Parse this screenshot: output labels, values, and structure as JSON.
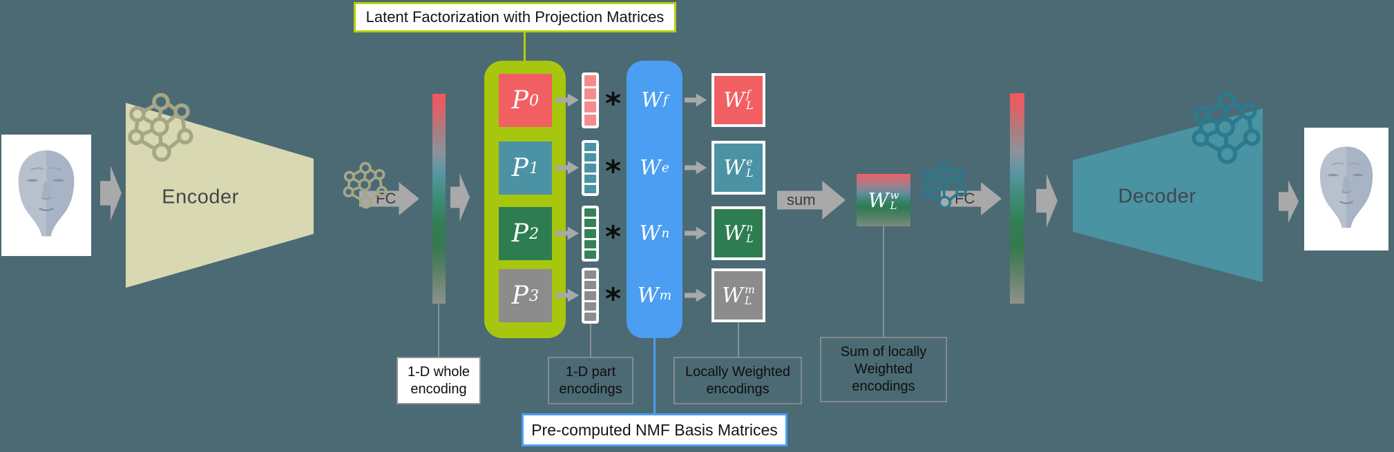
{
  "diagram_title": "Latent Factorization with Projection Matrices",
  "top_label": {
    "text": "Latent Factorization with Projection Matrices"
  },
  "bottom_label": {
    "text": "Pre-computed NMF Basis Matrices"
  },
  "encoder": {
    "label": "Encoder"
  },
  "decoder": {
    "label": "Decoder"
  },
  "fc_left": {
    "label": "FC"
  },
  "fc_right": {
    "label": "FC"
  },
  "sum_arrow": {
    "label": "sum"
  },
  "rows": [
    {
      "p_base": "P",
      "p_sub": "0",
      "w_base": "W",
      "w_sub": "f",
      "wl_base": "W",
      "wl_sub": "L",
      "wl_sup": "f",
      "asterisk": "*",
      "color": "#f25f63",
      "cell_color": "#f58b8e"
    },
    {
      "p_base": "P",
      "p_sub": "1",
      "w_base": "W",
      "w_sub": "e",
      "wl_base": "W",
      "wl_sub": "L",
      "wl_sup": "e",
      "asterisk": "*",
      "color": "#4b93a4",
      "cell_color": "#4b93a4"
    },
    {
      "p_base": "P",
      "p_sub": "2",
      "w_base": "W",
      "w_sub": "n",
      "wl_base": "W",
      "wl_sub": "L",
      "wl_sup": "n",
      "asterisk": "*",
      "color": "#2e7d52",
      "cell_color": "#35815a"
    },
    {
      "p_base": "P",
      "p_sub": "3",
      "w_base": "W",
      "w_sub": "m",
      "wl_base": "W",
      "wl_sub": "L",
      "wl_sup": "m",
      "asterisk": "*",
      "color": "#8c8c8c",
      "cell_color": "#8c8c8c"
    }
  ],
  "weighted_sum_box": {
    "base": "W",
    "sub": "L",
    "sup": "w"
  },
  "captions": {
    "whole_encoding": {
      "lines": [
        "1-D whole",
        "encoding"
      ]
    },
    "part_encodings": {
      "lines": [
        "1-D part",
        "encodings"
      ]
    },
    "locally_weighted": {
      "lines": [
        "Locally Weighted",
        "encodings"
      ]
    },
    "sum_weighted": {
      "lines": [
        "Sum of locally",
        "Weighted",
        "encodings"
      ]
    }
  },
  "colors": {
    "background": "#4b6a74",
    "arrow_gray": "#a9a9a9",
    "lime_container": "#a7c60e",
    "title_border": "#b9ce07",
    "blue_matrix": "#4b9ef2",
    "red": "#f25f63",
    "teal": "#4b93a4",
    "green": "#2e7d52",
    "gray": "#8c8c8c",
    "encoder_fill": "#d8d9b2",
    "encoder_icon": "#a6a687",
    "decoder_fill": "#4a93a3",
    "decoder_icon": "#2b7a8e",
    "gradient_bar_top": "#f4555c",
    "gradient_bar_mid": "#317d54",
    "gradient_bar_bottom": "#8e938d"
  }
}
